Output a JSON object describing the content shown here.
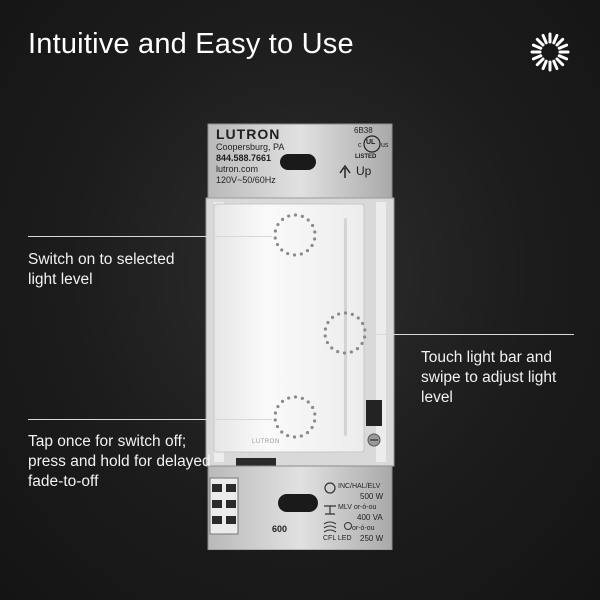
{
  "title": "Intuitive and Easy to Use",
  "logo": {
    "icon": "lutron-sunburst-icon"
  },
  "device": {
    "brand": "LUTRON",
    "address": "Coopersburg, PA",
    "phone": "844.588.7661",
    "website": "lutron.com",
    "rating": "120V~50/60Hz",
    "model": "6B38",
    "listed": "LISTED",
    "cert_left": "c",
    "cert_mark": "UL",
    "cert_right": "us",
    "up_label": "Up",
    "face_brand": "LUTRON",
    "bottom_code": "600",
    "load_1_type": "INC/HAL/ELV",
    "load_1_watts": "500 W",
    "load_2_type": "MLV or-ó-ou",
    "load_2_va": "400 VA",
    "load_3_type": "or-ó-ou",
    "load_3_cfl": "CFL LED",
    "load_3_watts": "250 W"
  },
  "callouts": [
    {
      "text": "Switch on to selected light level"
    },
    {
      "text": "Touch light bar and swipe to adjust light level"
    },
    {
      "text": "Tap once for switch off; press and hold for delayed fade-to-off"
    }
  ],
  "colors": {
    "background": "#1c1c1c",
    "accent": "#ffffff",
    "device": "#f4f4f4"
  }
}
